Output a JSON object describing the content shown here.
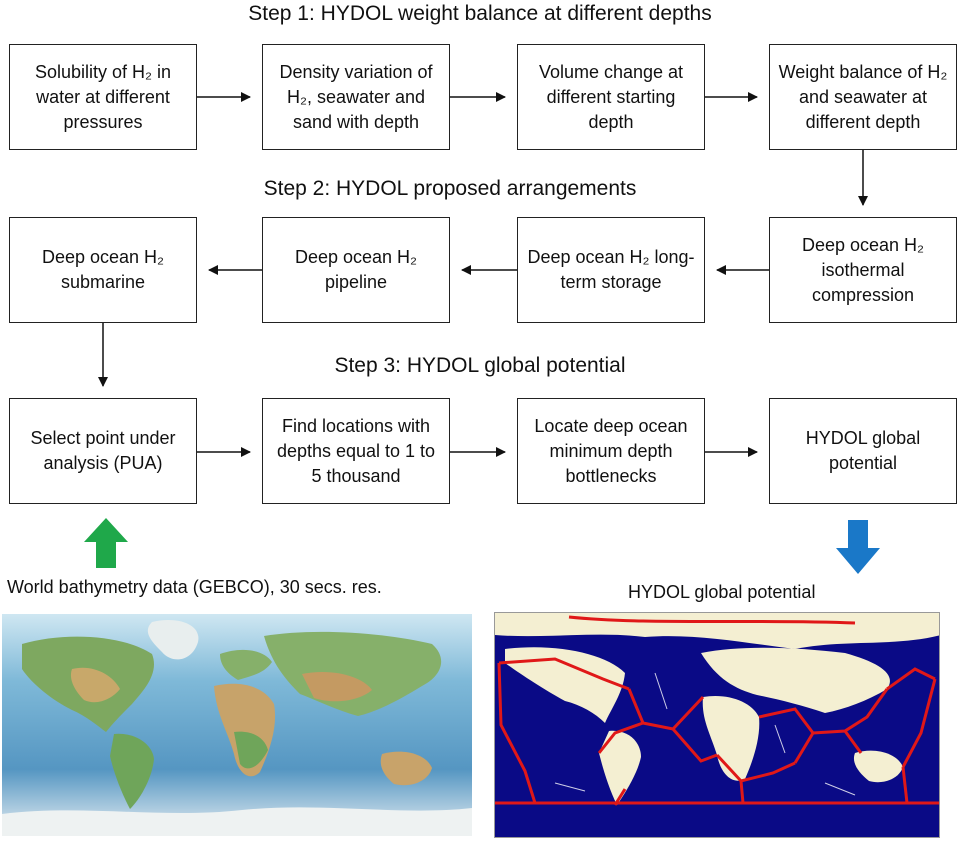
{
  "step1": {
    "title": "Step 1: HYDOL weight balance at different depths",
    "boxes": [
      {
        "text": "Solubility of H₂ in water at different pressures"
      },
      {
        "text": "Density variation of H₂, seawater and sand with depth"
      },
      {
        "text": "Volume change at different starting depth"
      },
      {
        "text": "Weight balance of H₂ and seawater at different depth"
      }
    ]
  },
  "step2": {
    "title": "Step 2: HYDOL proposed arrangements",
    "boxes": [
      {
        "text": "Deep ocean H₂ submarine"
      },
      {
        "text": "Deep ocean H₂ pipeline"
      },
      {
        "text": "Deep ocean H₂ long-term storage"
      },
      {
        "text": "Deep ocean H₂ isothermal compression"
      }
    ]
  },
  "step3": {
    "title": "Step 3: HYDOL global potential",
    "boxes": [
      {
        "text": "Select point under analysis (PUA)"
      },
      {
        "text": "Find locations with depths equal to 1 to 5 thousand"
      },
      {
        "text": "Locate deep ocean minimum depth bottlenecks"
      },
      {
        "text": "HYDOL global potential"
      }
    ]
  },
  "input": {
    "label": "World bathymetry data (GEBCO), 30 secs. res.",
    "arrow_color": "#1fa84a"
  },
  "output": {
    "label": "HYDOL global potential",
    "arrow_color": "#1a78c8"
  },
  "colors": {
    "ocean_blue": "#0a0a86",
    "land_cream": "#f4efd2",
    "route_red": "#e01818",
    "bathy_land_green": "#6aa75a",
    "bathy_ocean": "#5aa0c8"
  }
}
